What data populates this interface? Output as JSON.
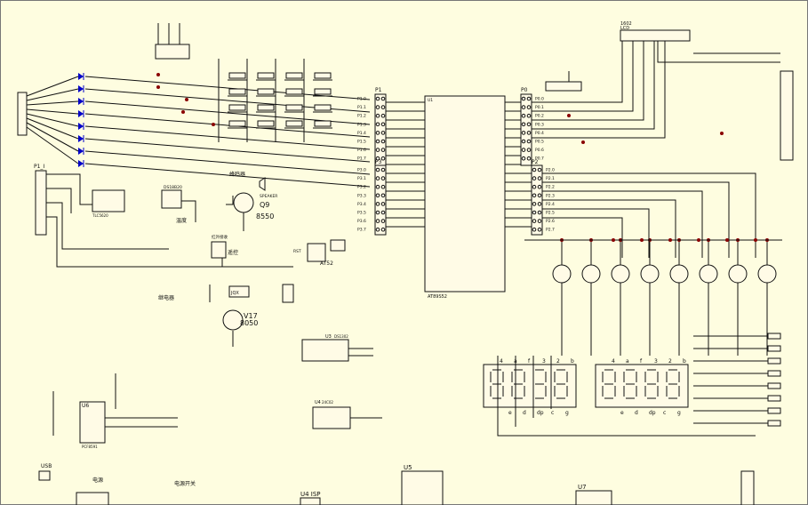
{
  "labels": {
    "p1_header": "P1",
    "p0_header": "P0",
    "p2_header": "P2",
    "p3_header": "P3",
    "p1_i": "P1_I",
    "lcd_header": "LCD",
    "mcu_name": "AT89S52",
    "buzzer": "蜂鸣器",
    "q9": "Q9",
    "q9_type": "8550",
    "speaker": "SPEAKER",
    "ds18b20": "DS18B20",
    "temp_sensor": "温度",
    "ir_rx": "红外接收",
    "remote": "遥控",
    "relay_label": "继电器",
    "relay": "JQX",
    "v17": "V17",
    "v17_type": "8050",
    "at52": "AT52",
    "rst_label": "RST",
    "u3": "U3",
    "u3_name": "DS1302",
    "u4": "U4",
    "u4_name": "24C02",
    "u6": "U6",
    "u5": "U5",
    "u7": "U7",
    "usb": "USB",
    "power": "电源",
    "power_switch": "电源开关",
    "isp": "U4 ISP",
    "lcd1602": "1602",
    "da_chip": "TLC5620",
    "ad_chip": "PCF8591"
  },
  "pin_labels": {
    "left": [
      "P1.0",
      "P1.1",
      "P1.2",
      "P1.3",
      "P1.4",
      "P1.5",
      "P1.6",
      "P1.7"
    ],
    "right": [
      "P0.0",
      "P0.1",
      "P0.2",
      "P0.3",
      "P0.4",
      "P0.5",
      "P0.6",
      "P0.7"
    ],
    "bottom_left": [
      "P3.0",
      "P3.1",
      "P3.2",
      "P3.3",
      "P3.4",
      "P3.5",
      "P3.6",
      "P3.7"
    ],
    "bottom_right": [
      "P2.0",
      "P2.1",
      "P2.2",
      "P2.3",
      "P2.4",
      "P2.5",
      "P2.6",
      "P2.7"
    ]
  },
  "digit_labels": {
    "display_top": [
      "4",
      "a",
      "f",
      "3",
      "2",
      "b"
    ],
    "display_bottom": [
      "e",
      "d",
      "dp",
      "c",
      "g"
    ]
  },
  "colors": {
    "background": "#fefde0",
    "wire": "#111111",
    "junction": "#8a0000",
    "power_label": "#b80000",
    "led": "#0000c8"
  },
  "icons": [
    "led-icon",
    "switch-icon",
    "transistor-icon",
    "seven-segment-icon",
    "speaker-icon",
    "relay-icon"
  ]
}
